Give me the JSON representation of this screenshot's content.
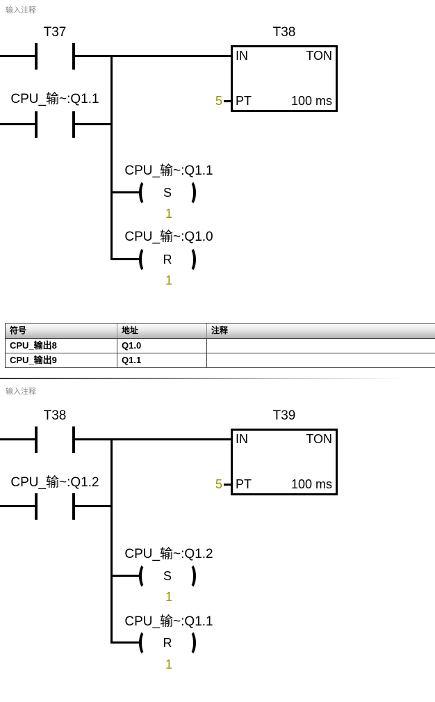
{
  "colors": {
    "wire": "#000000",
    "value_olive": "#949400",
    "comment_gray": "#8a8a8a"
  },
  "network1": {
    "comment": "输入注释",
    "contact1_label": "T37",
    "contact2_label": "CPU_输~:Q1.1",
    "timer": {
      "name": "T38",
      "in_label": "IN",
      "type_label": "TON",
      "pt_label": "PT",
      "pt_value": "5",
      "time_base": "100 ms"
    },
    "set_coil": {
      "label": "CPU_输~:Q1.1",
      "letter": "S",
      "count": "1"
    },
    "reset_coil": {
      "label": "CPU_输~:Q1.0",
      "letter": "R",
      "count": "1"
    }
  },
  "symbol_table": {
    "headers": [
      "符号",
      "地址",
      "注释"
    ],
    "rows": [
      [
        "CPU_输出8",
        "Q1.0",
        ""
      ],
      [
        "CPU_输出9",
        "Q1.1",
        ""
      ]
    ]
  },
  "network2": {
    "comment": "输入注释",
    "contact1_label": "T38",
    "contact2_label": "CPU_输~:Q1.2",
    "timer": {
      "name": "T39",
      "in_label": "IN",
      "type_label": "TON",
      "pt_label": "PT",
      "pt_value": "5",
      "time_base": "100 ms"
    },
    "set_coil": {
      "label": "CPU_输~:Q1.2",
      "letter": "S",
      "count": "1"
    },
    "reset_coil": {
      "label": "CPU_输~:Q1.1",
      "letter": "R",
      "count": "1"
    }
  }
}
